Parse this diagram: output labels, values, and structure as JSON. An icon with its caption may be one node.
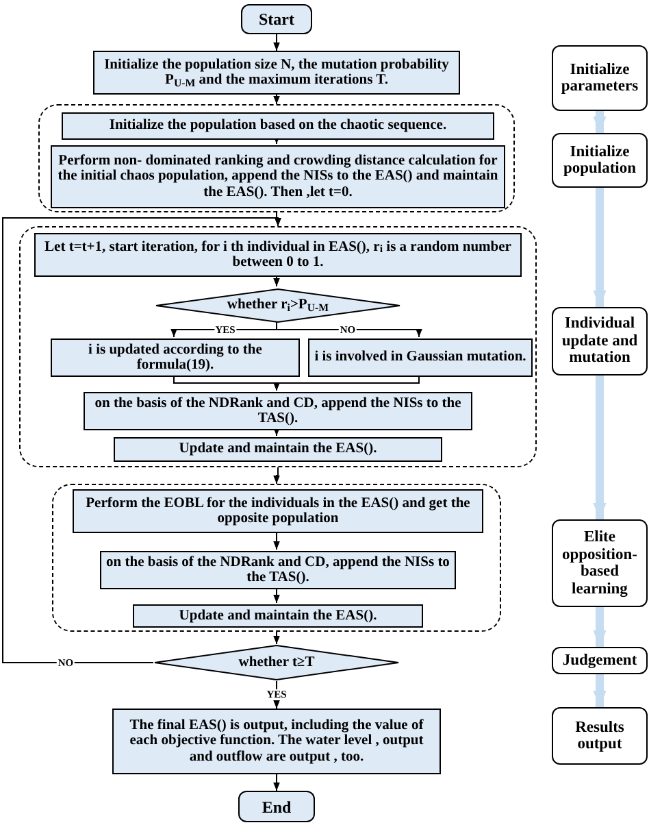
{
  "diagram": {
    "nodes": [
      {
        "text": [
          "Start"
        ]
      },
      {
        "text": [
          "Initialize the population size N, the mutation probability P$_{U-M}$ and the maximum iterations T."
        ]
      },
      {
        "text": [],
        "shape": "box"
      },
      {
        "text": [
          "Initialize the population based on the chaotic sequence."
        ],
        "in": 2
      },
      {
        "text": [
          "Perform non- dominated ranking and crowding distance calculation for the initial chaos population, append the NISs to the EAS() and maintain the EAS(). Then ,let t=0."
        ],
        "in": 2
      },
      {
        "text": [],
        "shape": "box"
      },
      {
        "text": [
          "Let t=t+1, start iteration, for i th individual in EAS(), r$_{i}$ is a random number between 0 to 1."
        ],
        "in": 5
      },
      {
        "text": [
          "whether r$_{i}$>P$_{U-M}$"
        ],
        "in": 5
      },
      {
        "text": [
          "i is updated according to the formula(19)."
        ],
        "in": 5
      },
      {
        "text": [
          "i is involved in Gaussian mutation."
        ],
        "in": 5
      },
      {
        "text": [
          "on the basis of the NDRank and CD, append the NISs to the TAS()."
        ],
        "in": 5
      },
      {
        "text": [
          "Update and maintain the EAS()."
        ],
        "in": 5
      },
      {
        "text": [],
        "shape": "box"
      },
      {
        "text": [
          "Perform the EOBL for the individuals in the EAS() and get the opposite population"
        ],
        "in": 12
      },
      {
        "text": [
          "on the basis of the NDRank and CD, append the NISs to the TAS()."
        ],
        "in": 12
      },
      {
        "text": [
          "Update and maintain the EAS()."
        ],
        "in": 12
      },
      {
        "text": [
          "whether t≥T"
        ]
      },
      {
        "text": [
          "The final EAS() is output, including the value of each objective function. The water level , output and outflow are output , too."
        ]
      },
      {
        "text": [
          "End"
        ]
      },
      {
        "text": [
          "Initialize parameters"
        ]
      },
      {
        "text": [
          "Initialize population"
        ]
      },
      {
        "text": [
          "Individual update and mutation"
        ]
      },
      {
        "text": [
          "Elite opposition-based learning"
        ]
      },
      {
        "text": [
          "Judgement"
        ]
      },
      {
        "text": [
          "Results output"
        ]
      }
    ],
    "edges": [
      {
        "from": 0,
        "to": 1,
        "arrow": "to"
      },
      {
        "from": 1,
        "to": 2,
        "arrow": "to"
      },
      {
        "from": 3,
        "to": 4,
        "arrow": "to"
      },
      {
        "from": 2,
        "to": 5,
        "arrow": "to"
      },
      {
        "from": 16,
        "to": 5,
        "arrow": "to",
        "label": "NO"
      },
      {
        "from": 6,
        "to": 7,
        "arrow": "to"
      },
      {
        "from": 7,
        "to": 8,
        "arrow": "to",
        "label": "YES"
      },
      {
        "from": 7,
        "to": 9,
        "arrow": "to",
        "label": "NO"
      },
      {
        "from": 8,
        "to": 10,
        "arrow": "to"
      },
      {
        "from": 9,
        "to": 10,
        "arrow": "to"
      },
      {
        "from": 10,
        "to": 11,
        "arrow": "to"
      },
      {
        "from": 5,
        "to": 12,
        "arrow": "to"
      },
      {
        "from": 13,
        "to": 14,
        "arrow": "to"
      },
      {
        "from": 14,
        "to": 15,
        "arrow": "to"
      },
      {
        "from": 12,
        "to": 16,
        "arrow": "to"
      },
      {
        "from": 16,
        "to": 17,
        "arrow": "to",
        "label": "YES"
      },
      {
        "from": 17,
        "to": 18,
        "arrow": "to"
      },
      {
        "from": 19,
        "to": 20,
        "arrow": "to",
        "style": "thick",
        "color": "#c6dcf0"
      },
      {
        "from": 20,
        "to": 21,
        "arrow": "to",
        "style": "thick",
        "color": "#c6dcf0"
      },
      {
        "from": 21,
        "to": 22,
        "arrow": "to",
        "style": "thick",
        "color": "#c6dcf0"
      },
      {
        "from": 22,
        "to": 23,
        "arrow": "to",
        "style": "thick",
        "color": "#c6dcf0"
      },
      {
        "from": 23,
        "to": 24,
        "arrow": "to",
        "style": "thick",
        "color": "#c6dcf0"
      }
    ]
  }
}
